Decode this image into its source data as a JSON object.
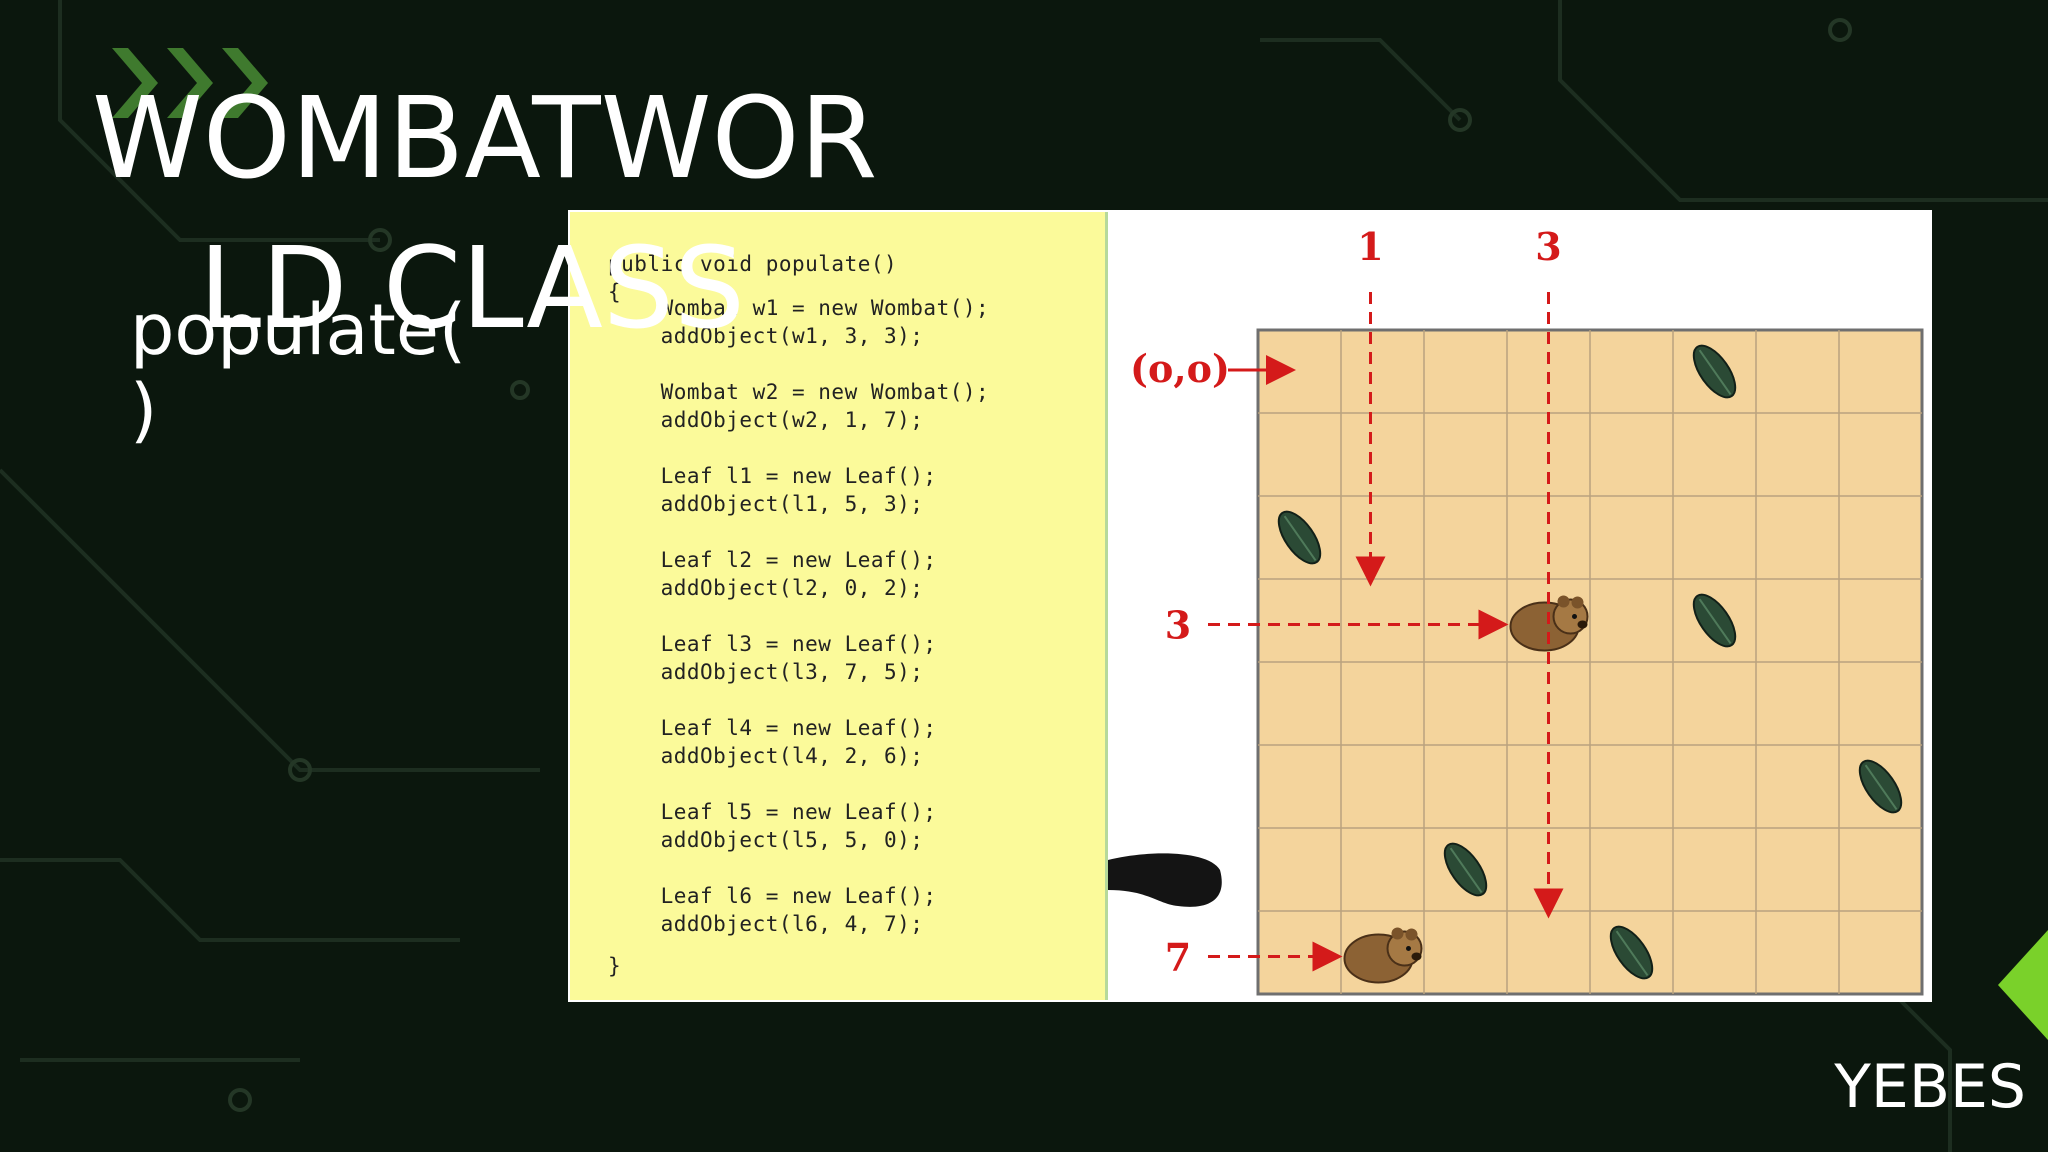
{
  "slide": {
    "title": "WOMBATWOR\n   LD CLASS",
    "subtitle": "populate(\n)",
    "footer": "YEBES"
  },
  "code": {
    "lines": [
      "public void populate()",
      "{",
      "    Wombat w1 = new Wombat();",
      "    addObject(w1, 3, 3);",
      "    Wombat w2 = new Wombat();",
      "    addObject(w2, 1, 7);",
      "    Leaf l1 = new Leaf();",
      "    addObject(l1, 5, 3);",
      "    Leaf l2 = new Leaf();",
      "    addObject(l2, 0, 2);",
      "    Leaf l3 = new Leaf();",
      "    addObject(l3, 7, 5);",
      "    Leaf l4 = new Leaf();",
      "    addObject(l4, 2, 6);",
      "    Leaf l5 = new Leaf();",
      "    addObject(l5, 5, 0);",
      "    Leaf l6 = new Leaf();",
      "    addObject(l6, 4, 7);",
      "}"
    ]
  },
  "world": {
    "cols": 8,
    "rows": 8,
    "origin_label": "(o,o)",
    "wombats": [
      {
        "x": 3,
        "y": 3
      },
      {
        "x": 1,
        "y": 7
      }
    ],
    "leaves": [
      {
        "x": 5,
        "y": 3
      },
      {
        "x": 0,
        "y": 2
      },
      {
        "x": 7,
        "y": 5
      },
      {
        "x": 2,
        "y": 6
      },
      {
        "x": 5,
        "y": 0
      },
      {
        "x": 4,
        "y": 7
      }
    ],
    "annotations": {
      "col_markers": [
        {
          "label": "1",
          "col": 1
        },
        {
          "label": "3",
          "col": 3
        }
      ],
      "row_markers": [
        {
          "label": "3",
          "row": 3
        },
        {
          "label": "7",
          "row": 7
        }
      ]
    },
    "colors": {
      "cell": "#f4d49c",
      "grid_line": "#b9a27e",
      "annotation": "#d41a1a",
      "leaf": "#2b4a35",
      "wombat": "#8c6234"
    }
  }
}
